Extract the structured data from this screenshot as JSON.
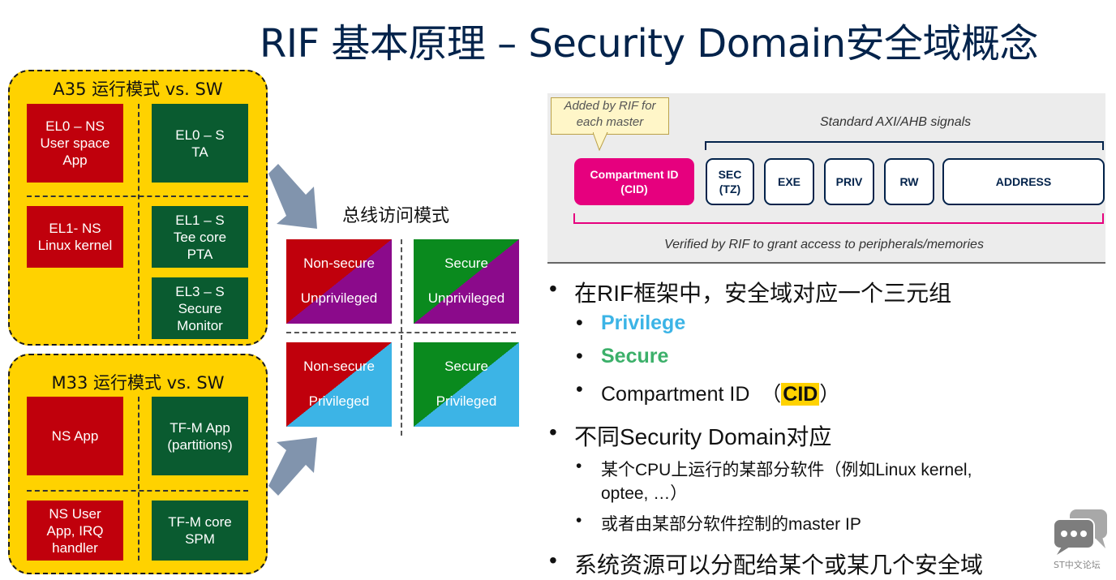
{
  "title": "RIF 基本原理 – Security Domain安全域概念",
  "a35": {
    "title": "A35 运行模式 vs. SW",
    "blocks": [
      {
        "text": "EL0 – NS\nUser space\nApp",
        "color": "#c0000c"
      },
      {
        "text": "EL0 – S\nTA",
        "color": "#0a5b30"
      },
      {
        "text": "EL1- NS\nLinux kernel",
        "color": "#c0000c"
      },
      {
        "text": "EL1 – S\nTee core\nPTA",
        "color": "#0a5b30"
      },
      {
        "text": "EL3 – S\nSecure\nMonitor",
        "color": "#0a5b30"
      }
    ]
  },
  "m33": {
    "title": "M33 运行模式 vs. SW",
    "blocks": [
      {
        "text": "NS App",
        "color": "#c0000c"
      },
      {
        "text": "TF-M App\n(partitions)",
        "color": "#0a5b30"
      },
      {
        "text": "NS User\nApp, IRQ\nhandler",
        "color": "#c0000c"
      },
      {
        "text": "TF-M core\nSPM",
        "color": "#0a5b30"
      }
    ]
  },
  "bus": {
    "title": "总线访问模式",
    "quads": [
      {
        "line1": "Non-secure",
        "line2": "Unprivileged"
      },
      {
        "line1": "Secure",
        "line2": "Unprivileged"
      },
      {
        "line1": "Non-secure",
        "line2": "Privileged"
      },
      {
        "line1": "Secure",
        "line2": "Privileged"
      }
    ]
  },
  "signals": {
    "note": "Added by RIF for each master",
    "standard_label": "Standard AXI/AHB signals",
    "cid_box": "Compartment ID\n(CID)",
    "boxes": [
      "SEC\n(TZ)",
      "EXE",
      "PRIV",
      "RW",
      "ADDRESS"
    ],
    "verified_label": "Verified by RIF to grant access to peripherals/memories"
  },
  "bullets": {
    "b1": "在RIF框架中，安全域对应一个三元组",
    "privilege": "Privilege",
    "secure": "Secure",
    "compartment_pre": "Compartment ID  （",
    "cid": "CID",
    "compartment_post": "）",
    "b2": "不同Security Domain对应",
    "sub1_line1": "某个CPU上运行的某部分软件（例如Linux kernel,",
    "sub1_line2": "optee, …）",
    "sub2": "或者由某部分软件控制的master IP",
    "b3": "系统资源可以分配给某个或某几个安全域"
  },
  "watermark": "ST中文论坛",
  "colors": {
    "navy": "#03234b",
    "yellow": "#ffd200",
    "red": "#c0000c",
    "green": "#0a5b30",
    "purple": "#8b0a8b",
    "lightblue": "#3cb4e6",
    "magenta": "#e6007e",
    "privilege": "#3cb4e6",
    "secure": "#3cb06a"
  },
  "icons": [
    "down-right-arrow-icon",
    "up-right-arrow-icon",
    "chat-bubbles-icon"
  ]
}
